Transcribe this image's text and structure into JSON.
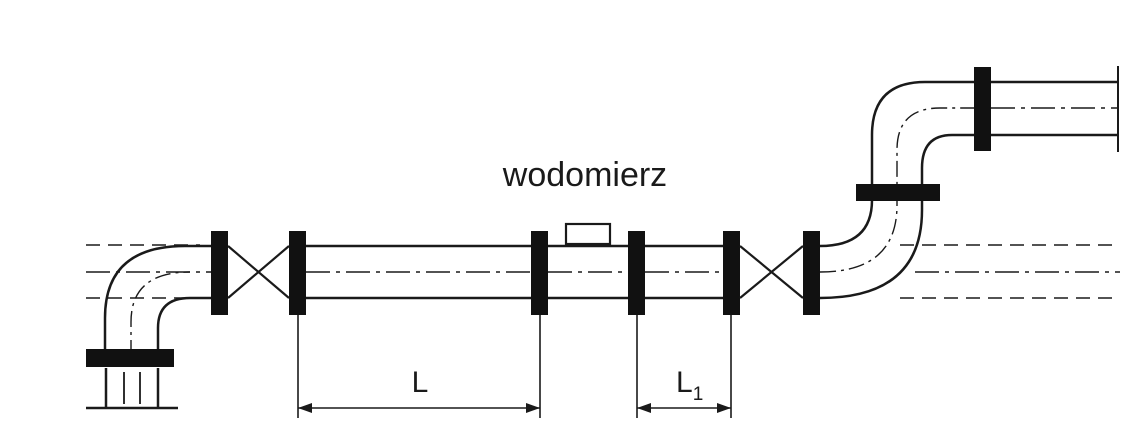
{
  "labels": {
    "meter": "wodomierz",
    "length_main": "L",
    "length_sub_base": "L",
    "length_sub_index": "1"
  },
  "colors": {
    "line": "#1a1a1a",
    "flange": "#111111",
    "background": "#ffffff"
  }
}
